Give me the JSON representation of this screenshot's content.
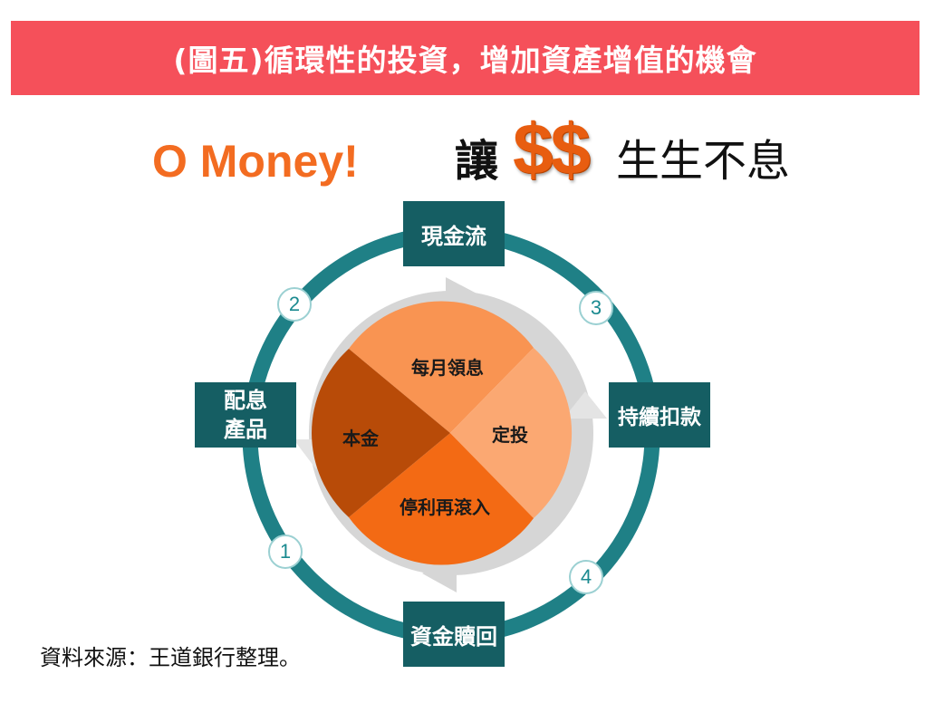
{
  "banner": {
    "title": "(圖五)循環性的投資，增加資產增值的機會"
  },
  "slogan": {
    "brand": "O Money!",
    "pre": "讓",
    "money": "$$",
    "post": "生生不息"
  },
  "cycle": {
    "nodes": {
      "top": "現金流",
      "right": "持續扣款",
      "bottom": "資金贖回",
      "left_line1": "配息",
      "left_line2": "產品"
    },
    "steps": [
      "1",
      "2",
      "3",
      "4"
    ],
    "pie": {
      "top": "每月領息",
      "right": "定投",
      "bottom": "停利再滾入",
      "left": "本金"
    }
  },
  "colors": {
    "banner": "#f5505a",
    "brand": "#f36c21",
    "ring": "#1f8086",
    "box": "#155e63",
    "pie_top": "#f99452",
    "pie_right": "#fba872",
    "pie_bottom": "#f36a14",
    "pie_left": "#b84b08"
  },
  "source": "資料來源：王道銀行整理。"
}
